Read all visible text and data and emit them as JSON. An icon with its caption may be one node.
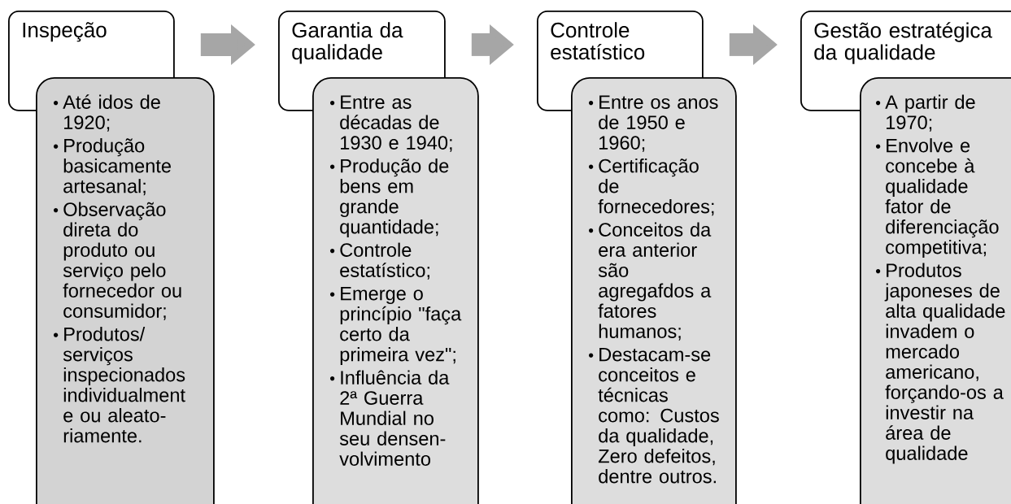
{
  "diagram": {
    "nodes": [
      {
        "text": [
          "Inspeção"
        ]
      },
      {
        "text": [
          "Até idos de 1920;",
          "Produção basicamente artesanal;",
          "Observação direta do produto ou serviço pelo fornecedor ou consumidor;",
          "Produtos/ serviços inspecionados individualment e ou aleato- riamente."
        ]
      },
      {
        "text": [
          "Garantia da qualidade"
        ]
      },
      {
        "text": [
          "Entre as décadas de 1930 e 1940;",
          "Produção de bens em grande quantidade;",
          "Controle estatístico;",
          "Emerge o princípio \"faça certo da primeira vez\";",
          "Influência da 2ª Guerra Mundial no seu densen- volvimento"
        ]
      },
      {
        "text": [
          "Controle estatístico"
        ]
      },
      {
        "text": [
          "Entre os anos de 1950 e 1960;",
          "Certificação de fornecedores;",
          "Conceitos da era anterior são agregafdos a fatores humanos;",
          "Destacam-se conceitos e técnicas como: Custos da qualidade, Zero defeitos, dentre outros."
        ]
      },
      {
        "text": [
          "Gestão estratégica da qualidade"
        ]
      },
      {
        "text": [
          "A partir de 1970;",
          "Envolve e concebe à qualidade fator de diferenciação competitiva;",
          "Produtos japoneses de alta qualidade invadem o mercado americano, forçando-os a investir na área de qualidade"
        ]
      }
    ],
    "edges": [
      {
        "from": 0,
        "to": 2,
        "arrow": "to"
      },
      {
        "from": 2,
        "to": 4,
        "arrow": "to"
      },
      {
        "from": 4,
        "to": 6,
        "arrow": "to"
      }
    ]
  }
}
